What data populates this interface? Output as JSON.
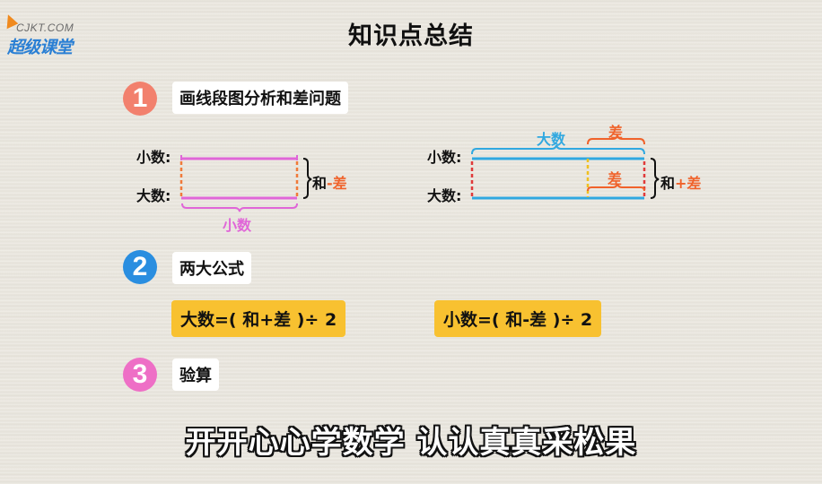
{
  "logo": {
    "en": "CJKT.COM",
    "cn": "超级课堂"
  },
  "title": "知识点总结",
  "sections": [
    {
      "number": "1",
      "label": "画线段图分析和差问题",
      "badge_color": "#f2806d"
    },
    {
      "number": "2",
      "label": "两大公式",
      "badge_color": "#2a8ee0"
    },
    {
      "number": "3",
      "label": "验算",
      "badge_color": "#ee6fc6"
    }
  ],
  "diagram_left": {
    "small_label": "小数:",
    "big_label": "大数:",
    "bracket_sum": "和",
    "bracket_op": "-差",
    "bottom_label": "小数",
    "line_color": "#e066d8",
    "dash_color": "#f07a3a"
  },
  "diagram_right": {
    "small_label": "小数:",
    "big_label": "大数:",
    "top_label_big": "大数",
    "top_label_diff": "差",
    "inner_label_diff": "差",
    "bracket_sum": "和",
    "bracket_op": "+差",
    "line_color": "#30a8e0",
    "diff_color": "#f0622a",
    "dash_red": "#e03a3a",
    "dash_yellow": "#f0c020"
  },
  "formulas": [
    "大数=( 和+差 )÷ 2",
    "小数=( 和-差 )÷ 2"
  ],
  "slogan": "开开心心学数学  认认真真采松果",
  "colors": {
    "formula_bg": "#f8c130",
    "accent_orange": "#f0622a"
  }
}
